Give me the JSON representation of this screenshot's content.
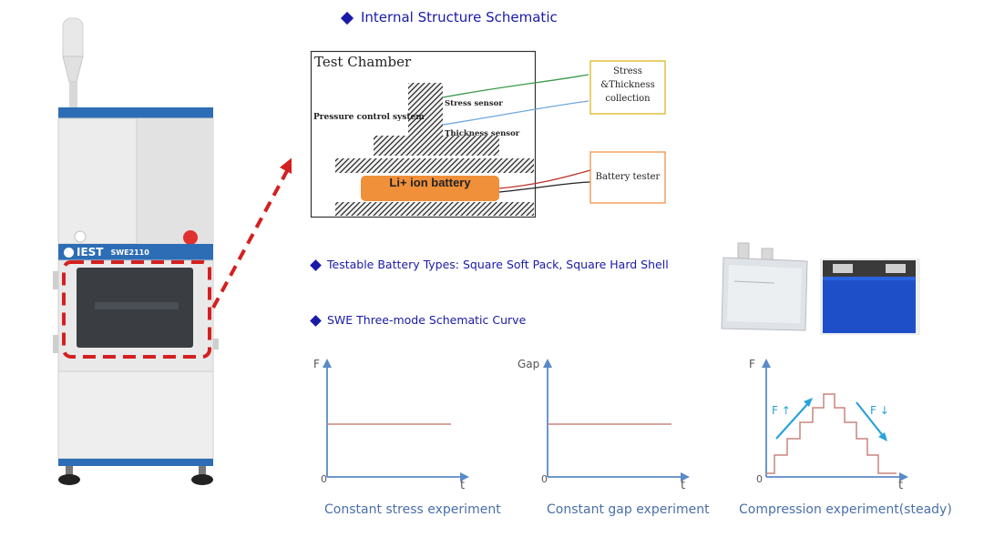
{
  "device": {
    "brand": "IEST",
    "model": "SWE2110"
  },
  "sections": {
    "internal_structure": "Internal Structure Schematic",
    "battery_types": "Testable Battery Types: Square Soft Pack, Square Hard Shell",
    "curve": "SWE Three-mode Schematic Curve"
  },
  "schematic": {
    "chamber_label": "Test Chamber",
    "pressure_label": "Pressure control system",
    "stress_sensor": "Stress sensor",
    "thickness_sensor": "Thickness sensor",
    "battery_label": "Li+ ion battery",
    "collection_line1": "Stress",
    "collection_line2": "&Thickness",
    "collection_line3": "collection",
    "tester_label": "Battery tester"
  },
  "graphs": [
    {
      "y_label": "F",
      "x_label": "t",
      "origin": "0",
      "caption": "Constant stress experiment"
    },
    {
      "y_label": "Gap",
      "x_label": "t",
      "origin": "0",
      "caption": "Constant gap experiment"
    },
    {
      "y_label": "F",
      "x_label": "t",
      "origin": "0",
      "caption": "Compression experiment(steady)",
      "up_label": "F ↑",
      "down_label": "F ↓"
    }
  ],
  "colors": {
    "title_blue": "#1a1aa8",
    "axis_blue": "#5b8ac6",
    "curve_red": "#c9857d",
    "battery_orange": "#f0903a",
    "dashed_red": "#d42020"
  }
}
